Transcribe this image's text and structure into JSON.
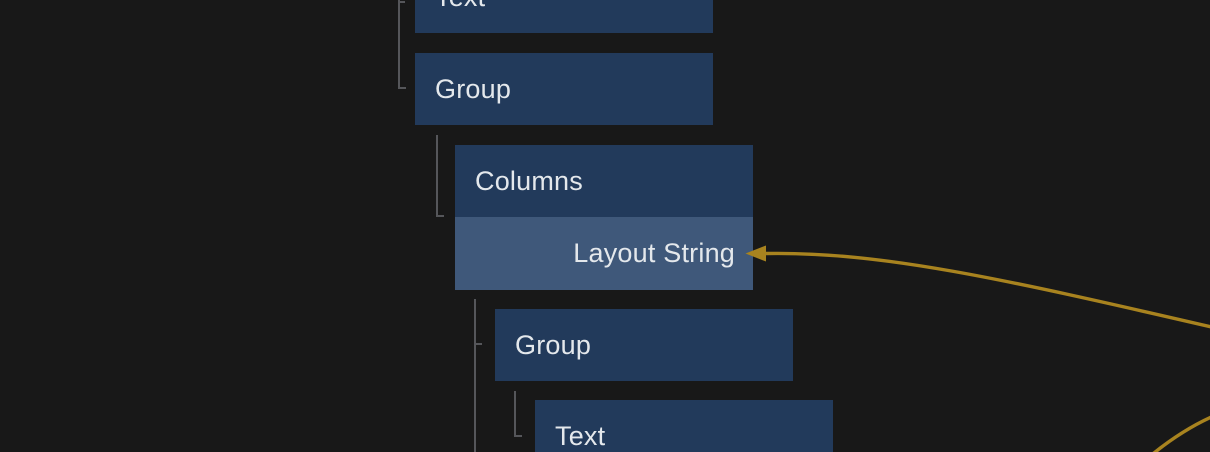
{
  "theme": {
    "canvas_bg": "#181818",
    "node_fill": "#223a5b",
    "node_highlight_fill": "#3f587a",
    "node_text": "#e4e8ec",
    "connector_line": "#55565a",
    "edge_gold": "#a8831f"
  },
  "nodes": [
    {
      "label": "Text"
    },
    {
      "label": "Group"
    },
    {
      "label": "Columns",
      "port_label": "Layout String"
    },
    {
      "label": "Group"
    },
    {
      "label": "Text"
    }
  ]
}
